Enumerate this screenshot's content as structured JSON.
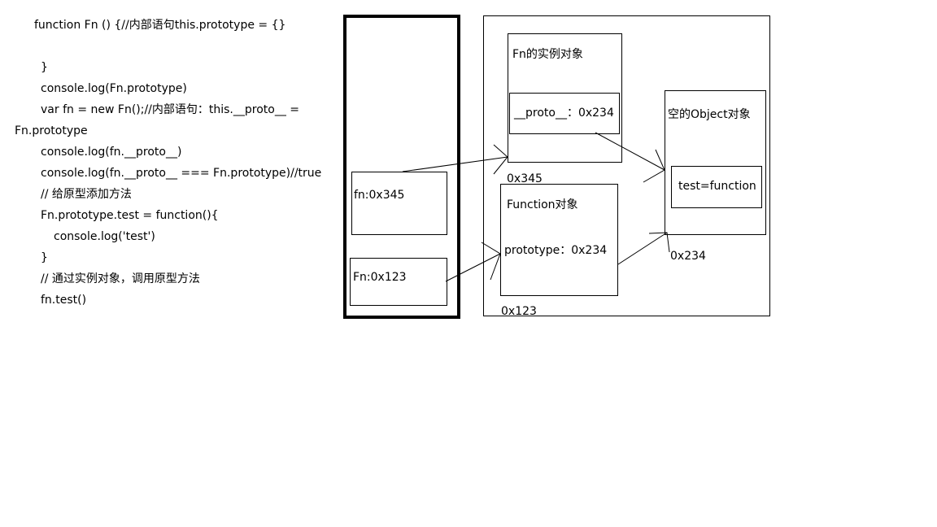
{
  "code": {
    "lines": [
      "function Fn () {//内部语句this.prototype = {}",
      "}",
      "console.log(Fn.prototype)",
      "var fn = new Fn();//内部语句：this.__proto__ =",
      "Fn.prototype",
      "console.log(fn.__proto__)",
      "console.log(fn.__proto__ === Fn.prototype)//true",
      "// 给原型添加方法",
      "Fn.prototype.test = function(){",
      "console.log('test')",
      "}",
      "// 通过实例对象，调用原型方法",
      "fn.test()"
    ]
  },
  "stack": {
    "fn_var": "fn:0x345",
    "Fn_var": "Fn:0x123"
  },
  "heap": {
    "instance": {
      "title": "Fn的实例对象",
      "proto_field": "__proto__：0x234",
      "address": "0x345"
    },
    "function_obj": {
      "title": "Function对象",
      "prototype_field": "prototype：0x234",
      "address": "0x123"
    },
    "empty_object": {
      "title": "空的Object对象",
      "test_field": "test=function",
      "address": "0x234"
    }
  }
}
